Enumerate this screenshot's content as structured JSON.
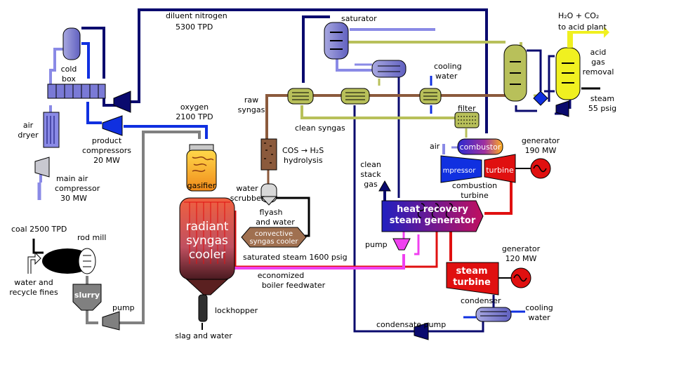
{
  "labels": {
    "diluent_nitrogen": "diluent nitrogen",
    "diluent_nitrogen_rate": "5300 TPD",
    "saturator": "saturator",
    "h2o_co2": "H₂O + CO₂",
    "to_acid_plant": "to acid plant",
    "acid": "acid",
    "gas": "gas",
    "removal": "removal",
    "cold": "cold",
    "box": "box",
    "cooling_water_top_1": "cooling",
    "cooling_water_top_2": "water",
    "raw_syngas_1": "raw",
    "raw_syngas_2": "syngas",
    "steam_1": "steam",
    "steam_2": "55 psig",
    "air_dryer_1": "air",
    "air_dryer_2": "dryer",
    "oxygen_1": "oxygen",
    "oxygen_2": "2100 TPD",
    "product_compressors_1": "product",
    "product_compressors_2": "compressors",
    "product_compressors_3": "20 MW",
    "clean_syngas": "clean syngas",
    "filter": "filter",
    "cos_hydrolysis_1": "COS → H₂S",
    "cos_hydrolysis_2": "hydrolysis",
    "air": "air",
    "combustor": "combustor",
    "generator_190_1": "generator",
    "generator_190_2": "190 MW",
    "clean_stack_gas_1": "clean",
    "clean_stack_gas_2": "stack",
    "clean_stack_gas_3": "gas",
    "compressor": "mpressor",
    "turbine": "turbine",
    "combustion_turbine_1": "combustion",
    "combustion_turbine_2": "turbine",
    "main_air_compressor_1": "main air",
    "main_air_compressor_2": "compressor",
    "main_air_compressor_3": "30 MW",
    "gasifier": "gasifier",
    "water_scrubber_1": "water",
    "water_scrubber_2": "scrubber",
    "flyash_1": "flyash",
    "flyash_2": "and water",
    "hrsg_1": "heat recovery",
    "hrsg_2": "steam generator",
    "coal": "coal 2500 TPD",
    "rod_mill": "rod mill",
    "radiant_1": "radiant",
    "radiant_2": "syngas",
    "radiant_3": "cooler",
    "convective_1": "convective",
    "convective_2": "syngas cooler",
    "pump_hrsg": "pump",
    "saturated_steam": "saturated steam 1600 psig",
    "generator_120_1": "generator",
    "generator_120_2": "120 MW",
    "water_fines_1": "water and",
    "water_fines_2": "recycle fines",
    "slurry": "slurry",
    "economized_1": "economized",
    "economized_2": "boiler feedwater",
    "steam_turbine_1": "steam",
    "steam_turbine_2": "turbine",
    "pump_slurry": "pump",
    "condenser": "condenser",
    "cooling_water_bottom_1": "cooling",
    "cooling_water_bottom_2": "water",
    "lockhopper": "lockhopper",
    "condensate_pump": "condensate pump",
    "slag_water": "slag and water"
  },
  "colors": {
    "nitrogen": "#0a0a6e",
    "air": "#8a8ae6",
    "oxygen": "#1030e0",
    "syngas": "#8b5a3c",
    "clean_syngas": "#b8c05a",
    "steam": "#e01010",
    "feedwater": "#f040f0",
    "slurry": "#808080",
    "black": "#000000"
  }
}
